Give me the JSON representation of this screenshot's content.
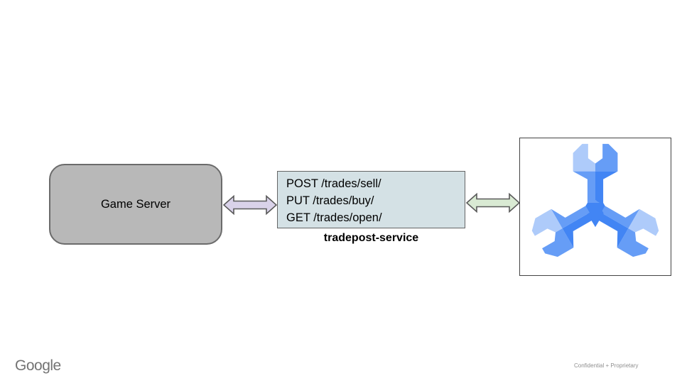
{
  "diagram": {
    "game_server": {
      "label": "Game Server",
      "fill": "#b8b8b8",
      "border": "#6b6b6b"
    },
    "service_box": {
      "endpoints": [
        "POST /trades/sell/",
        "PUT /trades/buy/",
        "GET /trades/open/"
      ],
      "label": "tradepost-service",
      "fill": "#d4e1e5",
      "border": "#656565"
    },
    "arrows": {
      "left_fill": "#d9d2e9",
      "right_fill": "#d9ead3",
      "stroke": "#595959"
    },
    "icon": {
      "name": "game-servers-icon",
      "light": "#aecbfa",
      "medium": "#669df6",
      "dark": "#4285f4"
    }
  },
  "footer": {
    "brand": "Google",
    "confidential": "Confidential + Proprietary"
  }
}
